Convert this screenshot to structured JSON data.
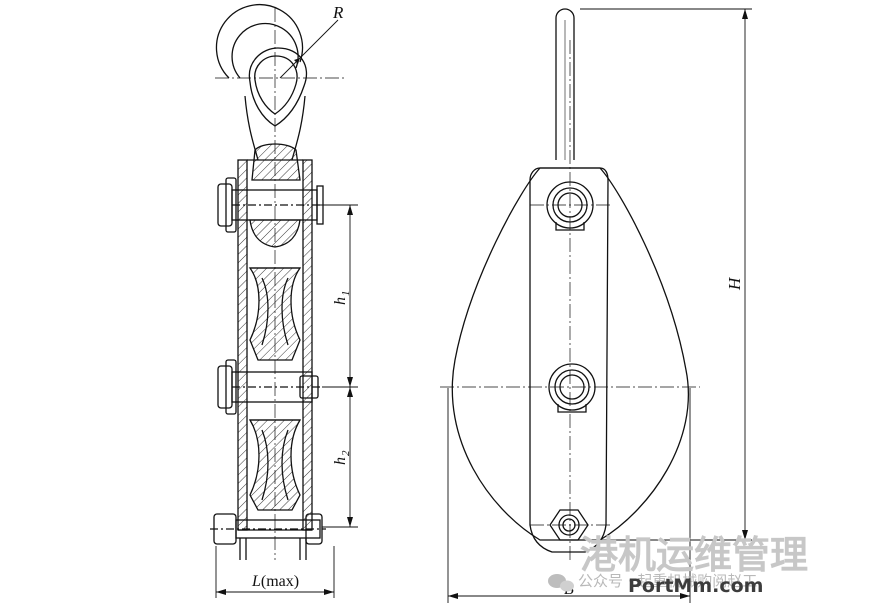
{
  "labels": {
    "radius": "R",
    "height_total": "H",
    "h1_base": "h",
    "h1_sub": "1",
    "h2_base": "h",
    "h2_sub": "2",
    "length": "L",
    "length_suffix": "(max)",
    "width": "B"
  },
  "watermark": {
    "main": "港机运维管理",
    "channel_prefix": "公众号 · 起重机械购阅赵工",
    "site": "PortMm.com"
  }
}
